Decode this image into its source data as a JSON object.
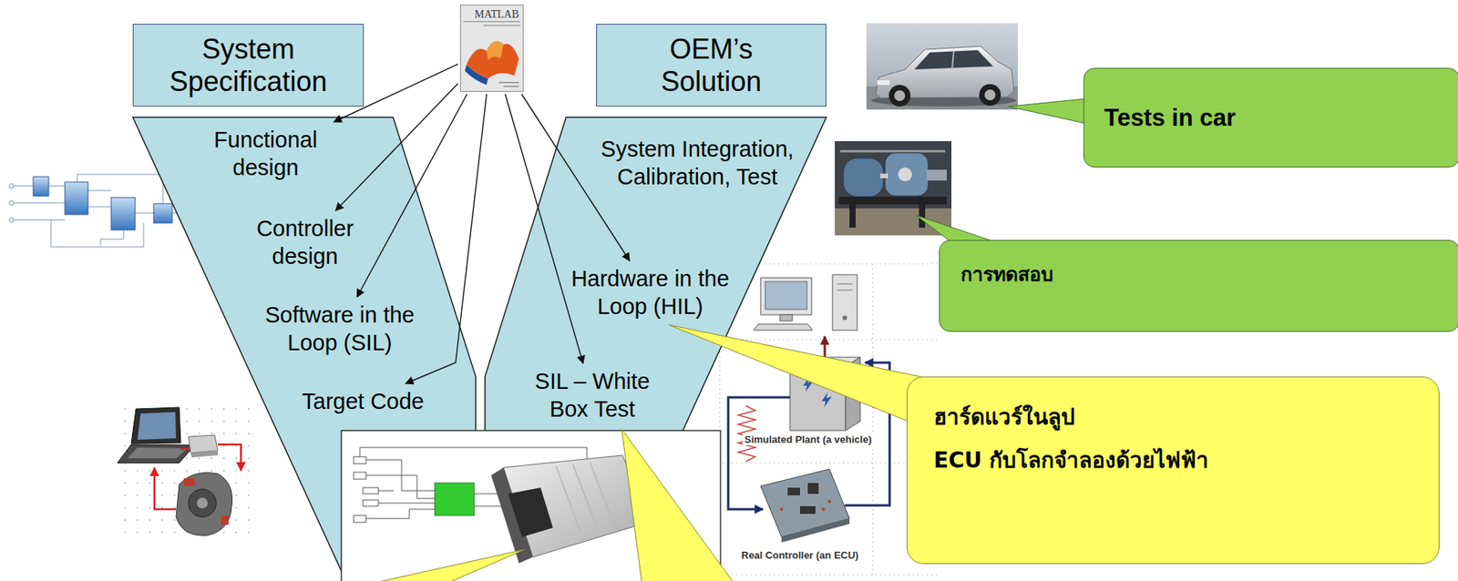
{
  "diagram": {
    "nodes": [
      {
        "text": [
          "System Specification"
        ]
      },
      {
        "text": [
          "MATLAB"
        ]
      },
      {
        "text": [
          "OEM’s Solution"
        ]
      },
      {
        "text": [
          "Tests in car"
        ]
      },
      {
        "text": []
      },
      {
        "text": [
          "Functional design"
        ],
        "in": 4
      },
      {
        "text": [
          "Controller design"
        ],
        "in": 4
      },
      {
        "text": [
          "Software in the Loop (SIL)"
        ],
        "in": 4
      },
      {
        "text": [
          "Target Code"
        ],
        "in": 4
      },
      {
        "text": []
      },
      {
        "text": [
          "System Integration, Calibration, Test"
        ],
        "in": 9
      },
      {
        "text": [
          "Hardware in the Loop (HIL)"
        ],
        "in": 9
      },
      {
        "text": [
          "SIL – White Box Test"
        ],
        "in": 9
      },
      {
        "text": [
          "การทดสอบ"
        ]
      },
      {
        "text": [
          "ฮาร์ดแวร์ในลูป",
          "ECU กับโลกจำลองด้วยไฟฟ้า"
        ]
      }
    ],
    "edges": [
      {
        "from": 1,
        "to": 5,
        "arrow": "to"
      },
      {
        "from": 1,
        "to": 6,
        "arrow": "to"
      },
      {
        "from": 1,
        "to": 7,
        "arrow": "to"
      },
      {
        "from": 1,
        "to": 8,
        "arrow": "to"
      },
      {
        "from": 1,
        "to": 11,
        "arrow": "to"
      },
      {
        "from": 1,
        "to": 12,
        "arrow": "to"
      }
    ],
    "labels": [
      "Simulated Plant (a vehicle)",
      "Real Controller (an ECU)"
    ]
  }
}
